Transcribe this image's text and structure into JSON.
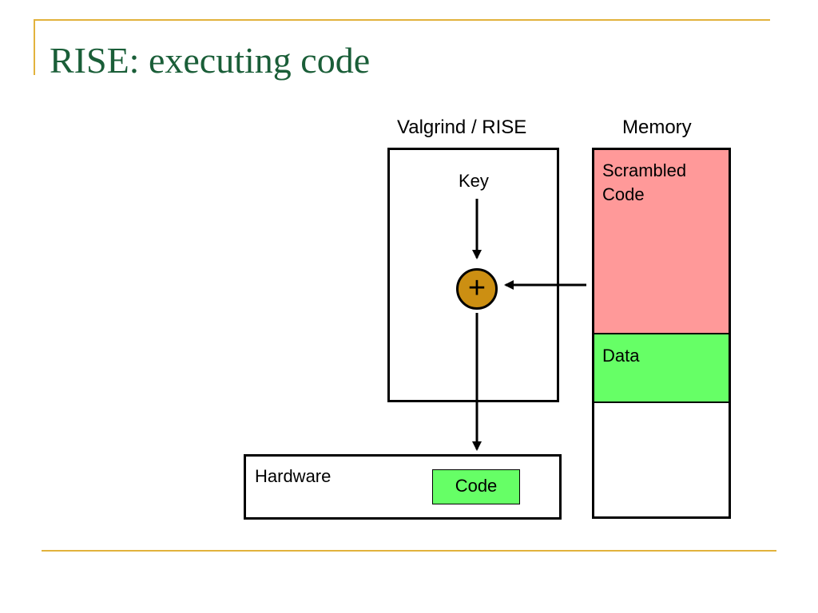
{
  "slide": {
    "title": "RISE: executing code"
  },
  "diagram": {
    "valgrind_label": "Valgrind / RISE",
    "memory_label": "Memory",
    "key_label": "Key",
    "xor_symbol": "+",
    "memory_segments": {
      "scrambled": {
        "label": "Scrambled Code",
        "color": "#ff9999"
      },
      "data": {
        "label": "Data",
        "color": "#66ff66"
      }
    },
    "hardware": {
      "label": "Hardware",
      "chip_label": "Code",
      "chip_color": "#66ff66"
    }
  },
  "colors": {
    "title": "#1a5e38",
    "accent_line": "#e2b23c",
    "xor_fill": "#cc8f12"
  }
}
